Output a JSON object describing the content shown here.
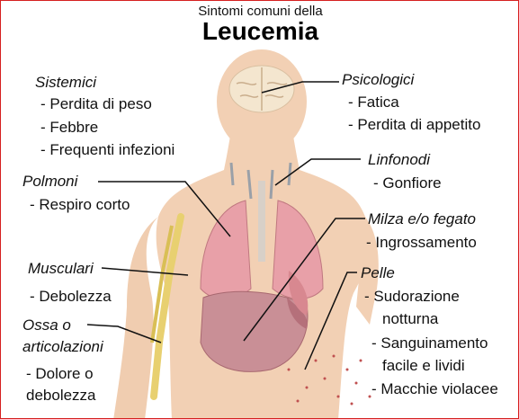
{
  "header": {
    "subtitle": "Sintomi comuni della",
    "title": "Leucemia"
  },
  "groups": {
    "sistemici": {
      "heading": "Sistemici",
      "items": [
        "- Perdita di peso",
        "- Febbre",
        "- Frequenti infezioni"
      ]
    },
    "polmoni": {
      "heading": "Polmoni",
      "items": [
        "- Respiro corto"
      ]
    },
    "muscolari": {
      "heading": "Musculari",
      "items": [
        "- Debolezza"
      ]
    },
    "ossa": {
      "heading_line1": "Ossa o",
      "heading_line2": "articolazioni",
      "items": [
        "- Dolore o",
        "debolezza"
      ]
    },
    "psicologici": {
      "heading": "Psicologici",
      "items": [
        "- Fatica",
        "- Perdita di appetito"
      ]
    },
    "linfonodi": {
      "heading": "Linfonodi",
      "items": [
        "- Gonfiore"
      ]
    },
    "milza": {
      "heading": "Milza e/o fegato",
      "items": [
        "- Ingrossamento"
      ]
    },
    "pelle": {
      "heading": "Pelle",
      "items": [
        "- Sudorazione",
        "notturna",
        "- Sanguinamento",
        "facile e lividi",
        "- Macchie violacee"
      ]
    }
  },
  "colors": {
    "border": "#d62020",
    "skin": "#f2d0b4",
    "lung": "#e8a0a8",
    "liver": "#c98f96",
    "bone": "#e8d070"
  }
}
